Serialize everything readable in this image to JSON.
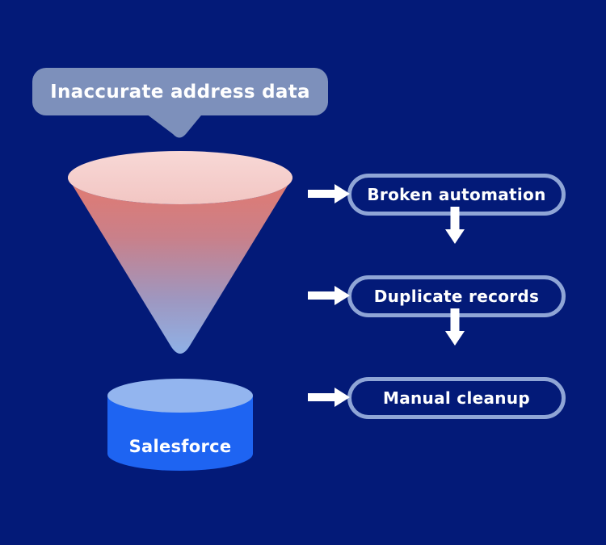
{
  "canvas": {
    "bg_color": "#031a78"
  },
  "bubble": {
    "label": "Inaccurate address data",
    "fill": "#7d90bb",
    "text_color": "#ffffff"
  },
  "funnel": {
    "rim_color_top": "#f8d8d6",
    "rim_color_bottom": "#f2c6c3",
    "cone_gradient": [
      "#e27a70",
      "#c9808a",
      "#9e97c0",
      "#8db5ec"
    ]
  },
  "database": {
    "label": "Salesforce",
    "body_color": "#1e64f2",
    "top_color": "#93b5ef",
    "text_color": "#ffffff"
  },
  "flow": {
    "pill_border_color": "#8fa5d6",
    "pill_text_color": "#ffffff",
    "arrow_color": "#ffffff",
    "pills": [
      {
        "label": "Broken automation"
      },
      {
        "label": "Duplicate records"
      },
      {
        "label": "Manual cleanup"
      }
    ]
  }
}
